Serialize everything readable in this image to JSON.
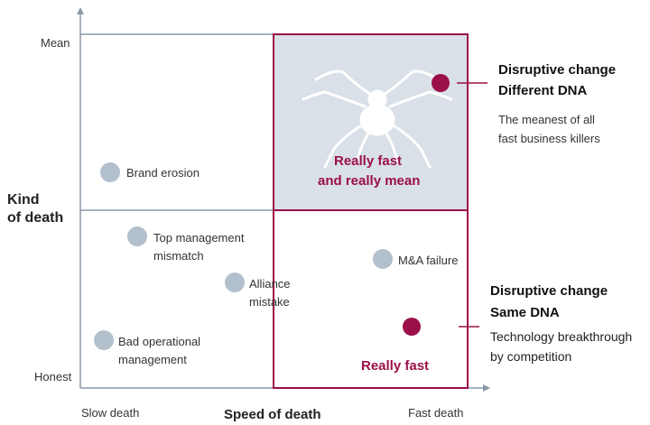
{
  "y_axis": {
    "title_line1": "Kind",
    "title_line2": "of death",
    "top_label": "Mean",
    "bottom_label": "Honest"
  },
  "x_axis": {
    "title": "Speed of death",
    "left_label": "Slow death",
    "right_label": "Fast death"
  },
  "quadrants": {
    "top_right": {
      "line1": "Really fast",
      "line2": "and really mean",
      "icon": "spider-icon"
    },
    "bottom_right": {
      "label": "Really fast"
    }
  },
  "items": {
    "brand_erosion": "Brand erosion",
    "top_mgmt_line1": "Top management",
    "top_mgmt_line2": "mismatch",
    "alliance_line1": "Alliance",
    "alliance_line2": "mistake",
    "bad_ops_line1": "Bad operational",
    "bad_ops_line2": "management",
    "ma_failure": "M&A failure"
  },
  "callouts": {
    "different_dna": {
      "title1": "Disruptive change",
      "title2": "Different DNA",
      "desc1": "The meanest of all",
      "desc2": "fast business killers"
    },
    "same_dna": {
      "title1": "Disruptive change",
      "title2": "Same DNA",
      "desc1": "Technology breakthrough",
      "desc2": "by competition"
    }
  },
  "colors": {
    "accent": "#9b1048",
    "bubble": "#b2bfcd",
    "highlight_box": "#d9e0e8",
    "axis": "#8b99a8"
  }
}
